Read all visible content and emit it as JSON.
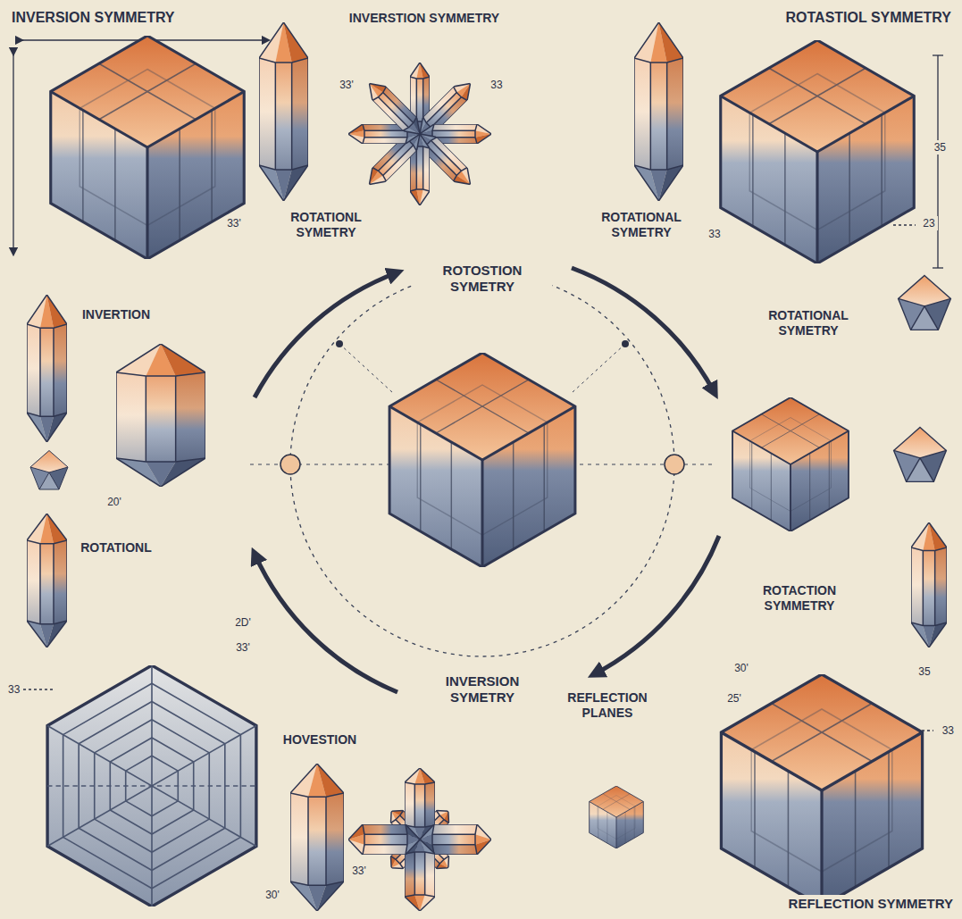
{
  "diagram": {
    "labels": [
      "INVERSION SYMMETRY",
      "INVERSTION SYMMETRY",
      "ROTASTIOL SYMMETRY",
      "33'",
      "33",
      "35",
      "ROTATIONL SYMETRY",
      "ROTATIONAL SYMETRY",
      "33'",
      "ROTOSTION SYMETRY",
      "33",
      "23",
      "INVERTION",
      "ROTATIONAL SYMETRY",
      "20'",
      "ROTATIONL",
      "ROTACTION SYMMETRY",
      "2D'",
      "33'",
      "30'",
      "35",
      "33",
      "INVERSION SYMETRY",
      "25'",
      "REFLECTION PLANES",
      "33",
      "HOVESTION",
      "33'",
      "30'",
      "REFLECTION SYMMETRY"
    ]
  }
}
